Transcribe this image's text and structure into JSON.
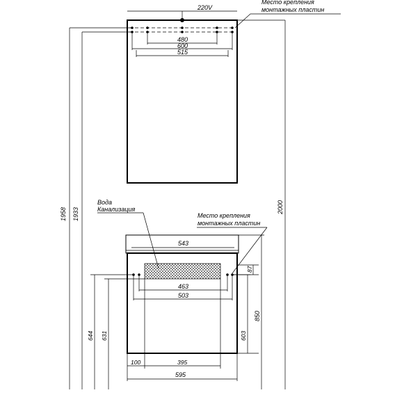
{
  "dims": {
    "top_220v": "220V",
    "top_480": "480",
    "top_600": "600",
    "top_515": "515",
    "h_1958": "1958",
    "h_1933": "1933",
    "h_2000": "2000",
    "d_543": "543",
    "d_87": "87",
    "d_463": "463",
    "d_503": "503",
    "d_644": "644",
    "d_631": "631",
    "d_603": "603",
    "d_850": "850",
    "d_100": "100",
    "d_395": "395",
    "d_595": "595"
  },
  "labels": {
    "mount_top_1": "Место крепления",
    "mount_top_2": "монтажных пластин",
    "water": "Вода",
    "sewer": "Канализация",
    "mount_bottom_1": "Место крепления",
    "mount_bottom_2": "монтажных пластин"
  }
}
